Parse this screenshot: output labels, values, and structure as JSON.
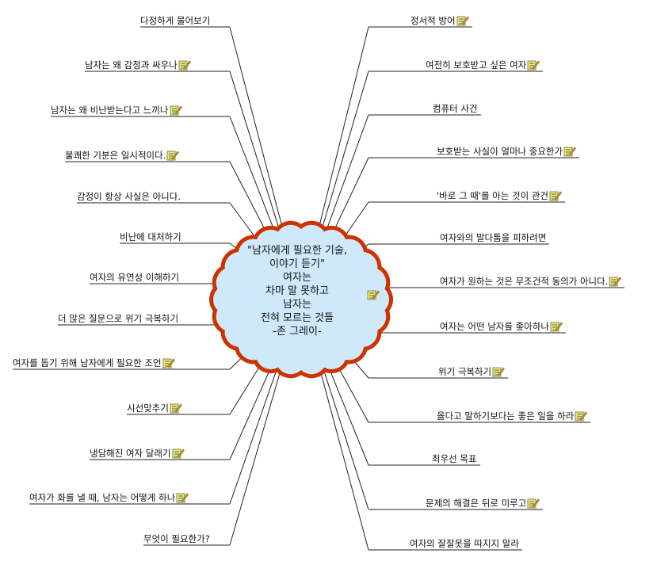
{
  "central_topic": {
    "text": "\"남자에게 필요한 기술,\n이야기 듣기\"\n여자는\n차마 말 못하고\n남자는\n전혀 모르는 것들\n-존 그레이-",
    "has_note": true
  },
  "left_topics": [
    {
      "text": "다정하게 물어보기",
      "note": false
    },
    {
      "text": "남자는 왜 감정과 싸우나",
      "note": true
    },
    {
      "text": "남자는 왜 비난받는다고 느끼나",
      "note": true
    },
    {
      "text": "불쾌한 기분은 일시적이다.",
      "note": true
    },
    {
      "text": "감정이 항상 사실은 아니다.",
      "note": false
    },
    {
      "text": "비난에 대처하기",
      "note": false
    },
    {
      "text": "여자의 유연성 이해하기",
      "note": false
    },
    {
      "text": "더 많은 질문으로 위기 극복하기",
      "note": false
    },
    {
      "text": "여자를 돕기 위해 남자에게 필요한 조언",
      "note": true
    },
    {
      "text": "시선맞추기",
      "note": true
    },
    {
      "text": "냉담해진 여자 달래기",
      "note": true
    },
    {
      "text": "여자가 화를 낼 때, 남자는 어떻게 하나",
      "note": true
    },
    {
      "text": "무엇이 필요한가?",
      "note": false
    }
  ],
  "right_topics": [
    {
      "text": "정서적 방어",
      "note": true
    },
    {
      "text": "여전히 보호받고 싶은 여자",
      "note": true
    },
    {
      "text": "컴퓨터 사건",
      "note": false
    },
    {
      "text": "보호받는 사실이 얼마나 중요한가",
      "note": true
    },
    {
      "text": "'바로 그 때'를 아는 것이 관건",
      "note": true
    },
    {
      "text": "여자와의 말다툼을 피하려면",
      "note": false
    },
    {
      "text": "여자가 원하는 것은 무조건적 동의가 아니다.",
      "note": true
    },
    {
      "text": "여자는 어떤 남자를 좋아하나",
      "note": true
    },
    {
      "text": "위기 극복하기",
      "note": true
    },
    {
      "text": "옳다고 말하기보다는 좋은 일을 하라",
      "note": true
    },
    {
      "text": "최우선 목표",
      "note": false
    },
    {
      "text": "문제의 해결은 뒤로 미루고",
      "note": true
    },
    {
      "text": "여자의 잘잘못을 따지지 말라",
      "note": false
    }
  ],
  "colors": {
    "cloud_fill": "#cfe9fa",
    "cloud_border": "#cc3300",
    "line": "#222222"
  }
}
